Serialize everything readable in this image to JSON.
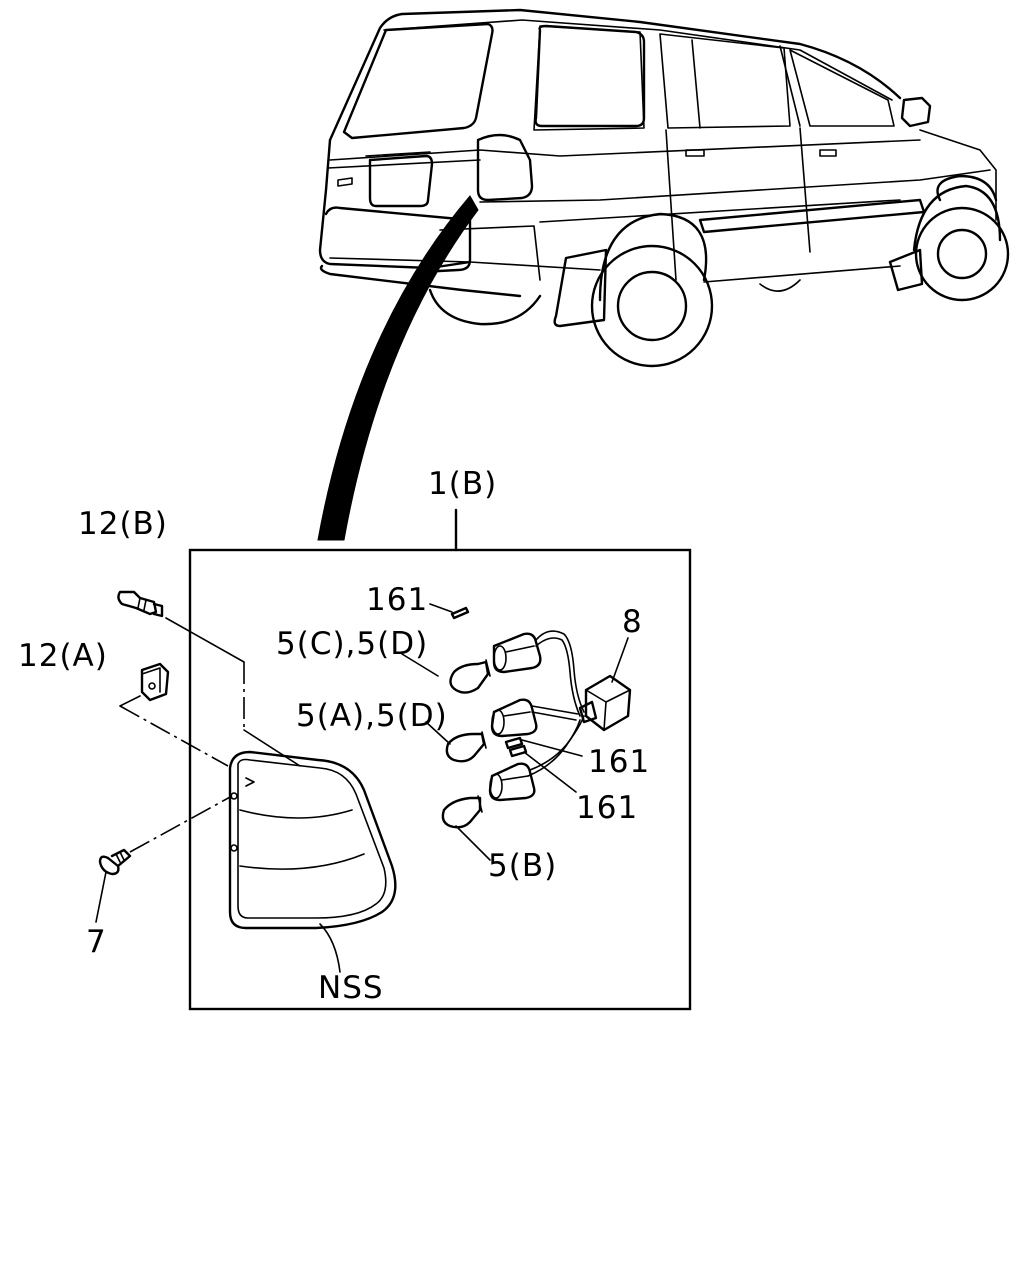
{
  "labels": {
    "assembly": "1(B)",
    "bolt_b": "12(B)",
    "nut_a": "12(A)",
    "screw": "7",
    "bulb_cd": "5(C),5(D)",
    "bulb_ad": "5(A),5(D)",
    "bulb_b": "5(B)",
    "socket_harness": "8",
    "grommet_top": "161",
    "grommet_mid": "161",
    "grommet_low": "161",
    "lens_note": "NSS"
  }
}
